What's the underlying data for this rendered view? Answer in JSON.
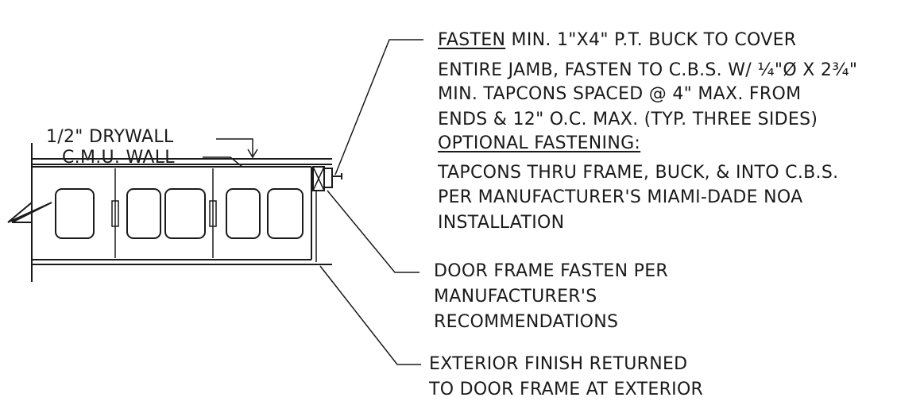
{
  "labels": {
    "drywall": "1/2\" DRYWALL",
    "cmu_wall": "C.M.U. WALL",
    "fasten_word": "FASTEN",
    "fasten_rest": " MIN. 1\"x4\" P.T. BUCK TO COVER",
    "fasten_line2": "ENTIRE JAMB, FASTEN TO C.B.S. W/ ¼\"Ø x 2¾\"",
    "fasten_line3": "MIN. TAPCONS SPACED @ 4\" MAX. FROM",
    "fasten_line4": "ENDS & 12\" O.C. MAX. (TYP. THREE SIDES)",
    "optional_heading": "OPTIONAL FASTENING:",
    "optional_line1": "TAPCONS THRU FRAME, BUCK, & INTO C.B.S.",
    "optional_line2": "PER MANUFACTURER'S MIAMI-DADE NOA",
    "optional_line3": "INSTALLATION",
    "door_frame_line1": "DOOR FRAME FASTEN PER",
    "door_frame_line2": "MANUFACTURER'S",
    "door_frame_line3": "RECOMMENDATIONS",
    "exterior_line1": "EXTERIOR FINISH RETURNED",
    "exterior_line2": "TO DOOR FRAME AT EXTERIOR"
  }
}
